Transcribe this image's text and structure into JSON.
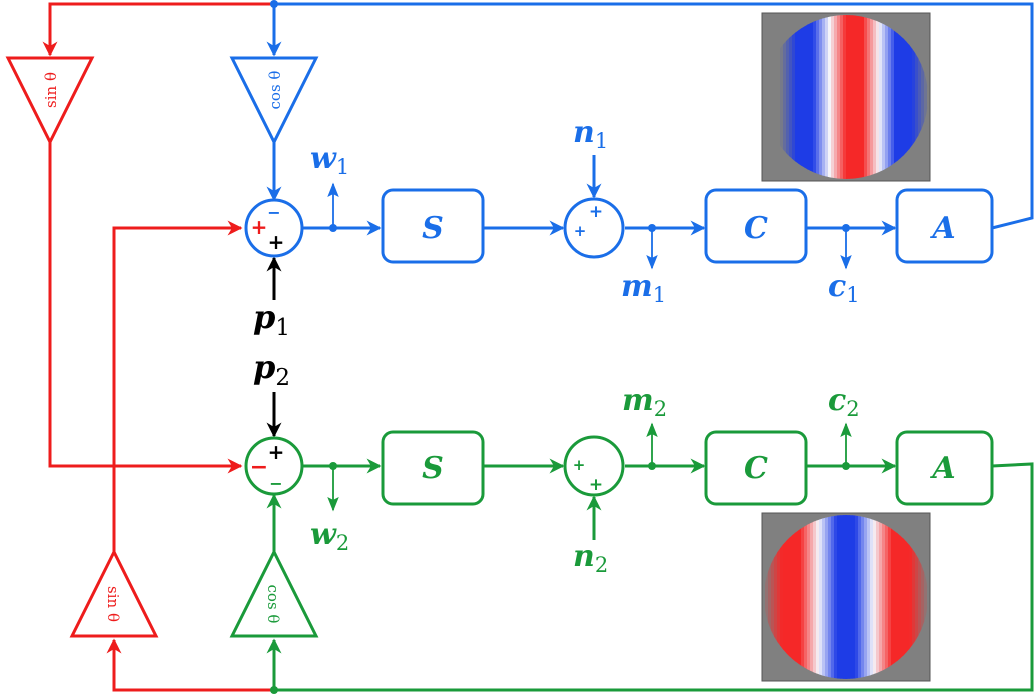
{
  "colors": {
    "blue": "#1a6ee8",
    "green": "#1a9a3a",
    "red": "#ee1c1c",
    "black": "#000000",
    "gray": "#808080"
  },
  "gains": {
    "sin_left_top": "sin θ",
    "cos_top": "cos θ",
    "sin_left_bottom": "sin θ",
    "cos_bottom": "cos θ"
  },
  "blocks": {
    "top_s": "S",
    "top_c": "C",
    "top_a": "A",
    "bottom_s": "S",
    "bottom_c": "C",
    "bottom_a": "A"
  },
  "signals": {
    "w1": {
      "base": "w",
      "sub": "1"
    },
    "n1": {
      "base": "n",
      "sub": "1"
    },
    "m1": {
      "base": "m",
      "sub": "1"
    },
    "c1": {
      "base": "c",
      "sub": "1"
    },
    "p1": {
      "base": "p",
      "sub": "1"
    },
    "p2": {
      "base": "p",
      "sub": "2"
    },
    "m2": {
      "base": "m",
      "sub": "2"
    },
    "c2": {
      "base": "c",
      "sub": "2"
    },
    "w2": {
      "base": "w",
      "sub": "2"
    },
    "n2": {
      "base": "n",
      "sub": "2"
    }
  },
  "signs": {
    "top_sum_minus": "−",
    "top_sum_plus_red": "+",
    "top_sum_plus_black": "+",
    "top_noise_plus1": "+",
    "top_noise_plus2": "+",
    "bottom_sum_plus_black": "+",
    "bottom_sum_minus_red": "−",
    "bottom_sum_minus": "−",
    "bottom_noise_plus1": "+",
    "bottom_noise_plus2": "+"
  },
  "gratings": {
    "top": [
      "gray",
      "gray",
      "blue",
      "blue",
      "white",
      "red",
      "red",
      "white",
      "blue",
      "blue",
      "gray"
    ],
    "bottom": [
      "gray",
      "red",
      "red",
      "white",
      "blue",
      "blue",
      "white",
      "red",
      "red",
      "gray"
    ]
  }
}
